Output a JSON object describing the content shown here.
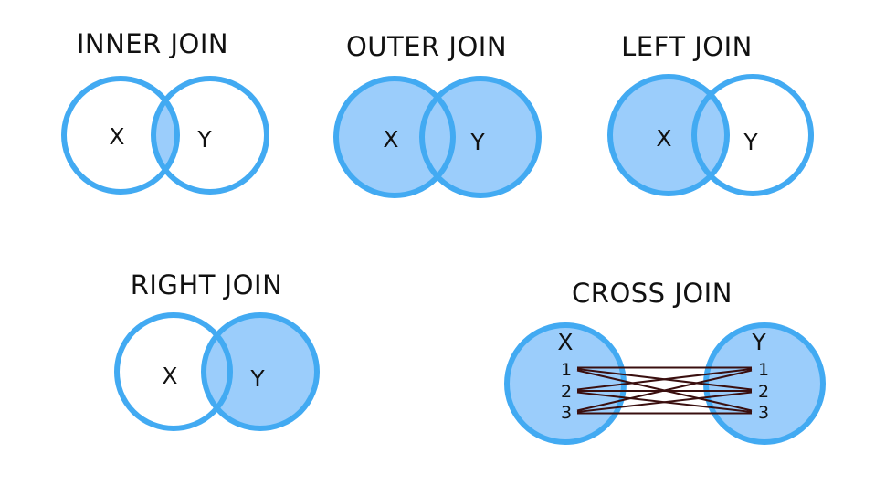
{
  "colors": {
    "stroke": "#42aaf2",
    "fill": "#9bcdfb",
    "background": "#ffffff",
    "pair_line": "#3a0f0f"
  },
  "inner_join": {
    "title": "INNER JOIN",
    "x": "X",
    "y": "Y"
  },
  "outer_join": {
    "title": "OUTER JOIN",
    "x": "X",
    "y": "Y"
  },
  "left_join": {
    "title": "LEFT JOIN",
    "x": "X",
    "y": "Y"
  },
  "right_join": {
    "title": "RIGHT JOIN",
    "x": "X",
    "y": "Y"
  },
  "cross_join": {
    "title": "CROSS JOIN",
    "x": "X",
    "y": "Y",
    "x_rows": [
      "1",
      "2",
      "3"
    ],
    "y_rows": [
      "1",
      "2",
      "3"
    ]
  }
}
